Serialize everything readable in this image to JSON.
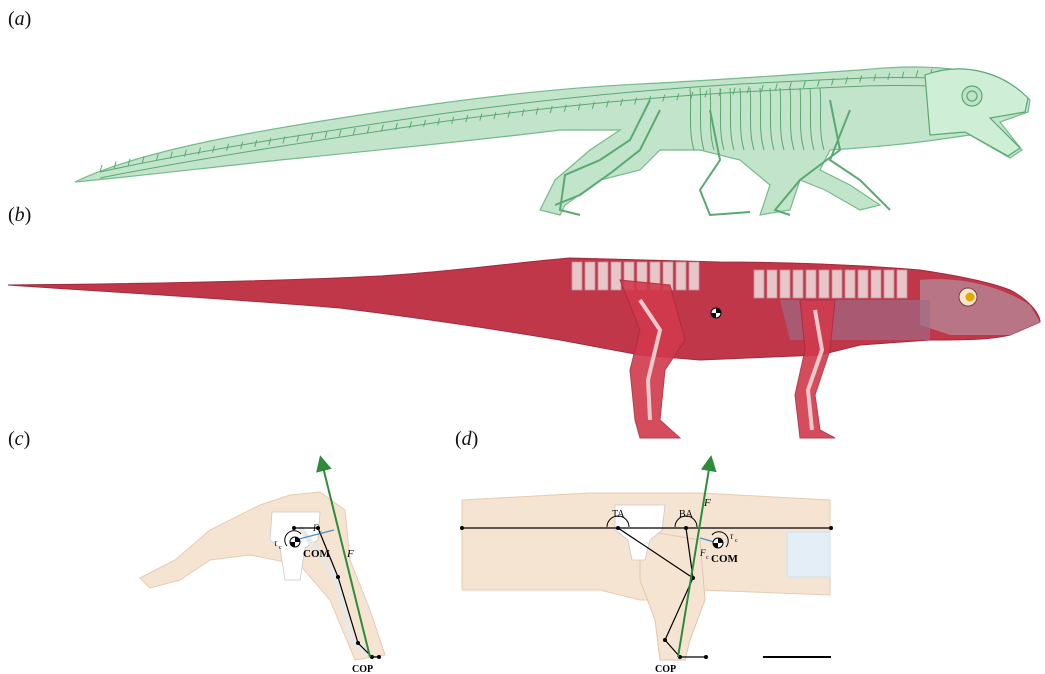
{
  "panels": {
    "a": {
      "open": "(",
      "letter": "a",
      "close": ")"
    },
    "b": {
      "open": "(",
      "letter": "b",
      "close": ")"
    },
    "c": {
      "open": "(",
      "letter": "c",
      "close": ")"
    },
    "d": {
      "open": "(",
      "letter": "d",
      "close": ")"
    }
  },
  "diagram_c": {
    "force_label": "F",
    "force_c_label": "F",
    "force_c_sub": "c",
    "torque_label": "τ",
    "torque_sub": "c",
    "com_label": "COM",
    "cop_label": "COP"
  },
  "diagram_d": {
    "ta_label": "TA",
    "ba_label": "BA",
    "force_label": "F",
    "force_c_label": "F",
    "force_c_sub": "c",
    "torque_label": "τ",
    "torque_sub": "c",
    "com_label": "COM",
    "cop_label": "COP"
  },
  "colors": {
    "skeleton": "#7cc38f",
    "body_red": "#c0374a",
    "body_flesh": "#f6e4d2",
    "force_arrow": "#2e8b3a",
    "lever": "#4a90c8"
  }
}
